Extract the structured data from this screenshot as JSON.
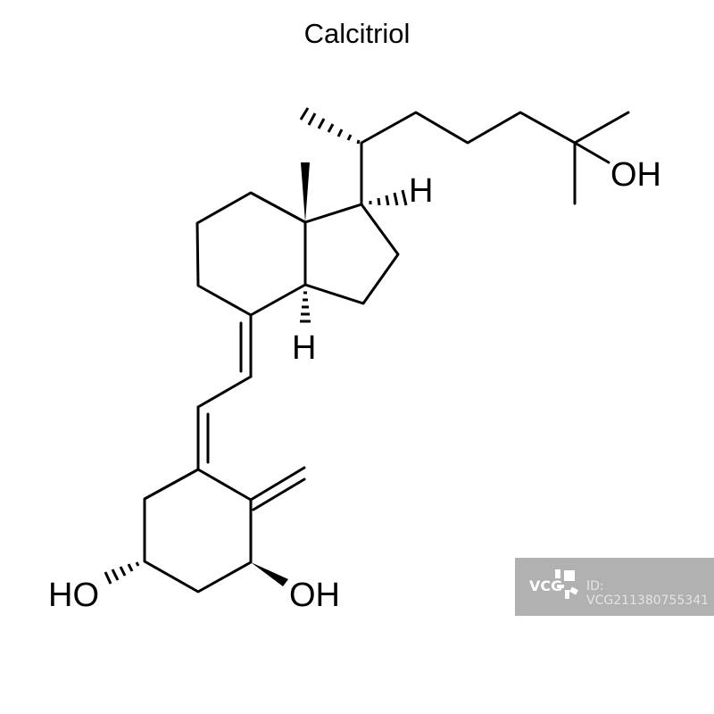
{
  "title": "Calcitriol",
  "labels": {
    "oh_side_chain": "OH",
    "h_c17": "H",
    "h_c14": "H",
    "ho_c3": "HO",
    "oh_c1": "OH"
  },
  "watermark": {
    "logo": "VCG",
    "id": "ID: VCG211380755341"
  }
}
